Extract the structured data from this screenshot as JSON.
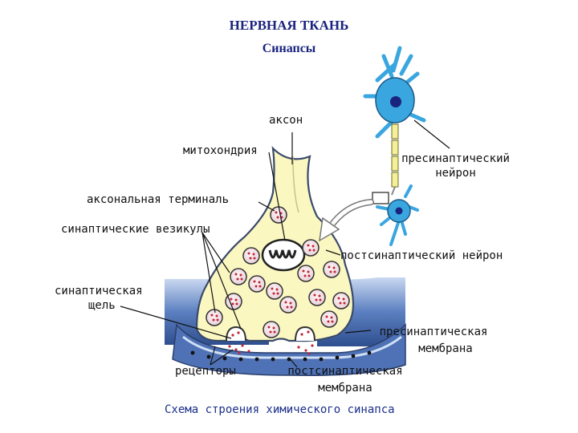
{
  "header": {
    "title": "НЕРВНАЯ ТКАНЬ",
    "subtitle": "Синапсы"
  },
  "labels": {
    "axon": "аксон",
    "mitochondria": "митохондрия",
    "presynaptic_neuron_1": "пресинаптический",
    "presynaptic_neuron_2": "нейрон",
    "axon_terminal": "аксональная терминаль",
    "vesicles": "синаптические везикулы",
    "postsynaptic_neuron": "постсинаптический нейрон",
    "cleft_1": "синаптическая",
    "cleft_2": "щель",
    "presynaptic_membrane_1": "пресинаптическая",
    "presynaptic_membrane_2": "мембрана",
    "receptors": "рецепторы",
    "postsynaptic_membrane_1": "постсинаптическая",
    "postsynaptic_membrane_2": "мембрана"
  },
  "caption": "Схема строения химического синапса",
  "colors": {
    "title": "#1a237e",
    "caption": "#1a2f8a",
    "terminal_fill": "#fbf7c0",
    "terminal_stroke": "#3a4a6a",
    "postsynaptic_blue": "#5b7fc0",
    "vesicle_fill": "#f1e5ea",
    "vesicle_dot": "#c0263a",
    "neuron_blue": "#3aa6e0",
    "myelin": "#f6ef9a"
  }
}
